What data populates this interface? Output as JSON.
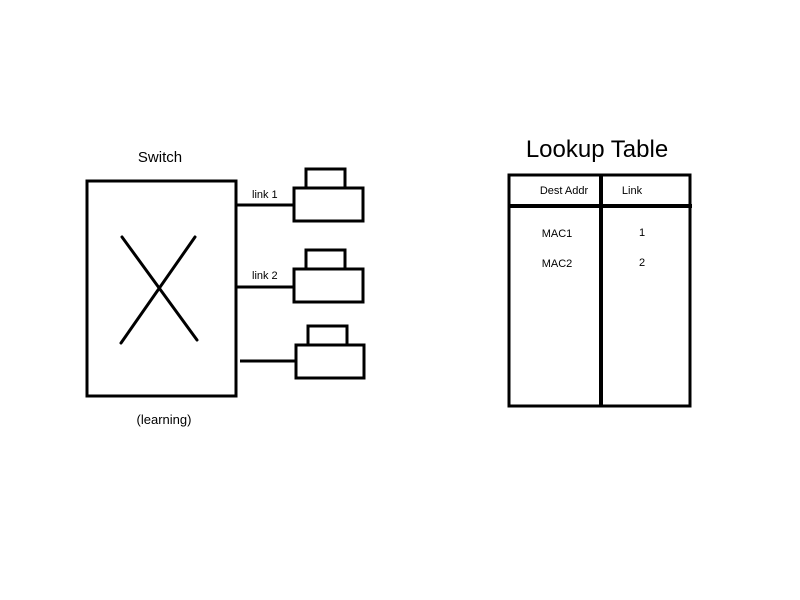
{
  "switch": {
    "title": "Switch",
    "subtitle": "(learning)",
    "links": [
      {
        "label": "link 1"
      },
      {
        "label": "link 2"
      },
      {
        "label": ""
      }
    ]
  },
  "lookup_table": {
    "title": "Lookup Table",
    "headers": [
      "Dest Addr",
      "Link"
    ],
    "rows": [
      {
        "dest_addr": "MAC1",
        "link": "1"
      },
      {
        "dest_addr": "MAC2",
        "link": "2"
      }
    ]
  },
  "colors": {
    "stroke": "#000000",
    "background": "#ffffff"
  }
}
